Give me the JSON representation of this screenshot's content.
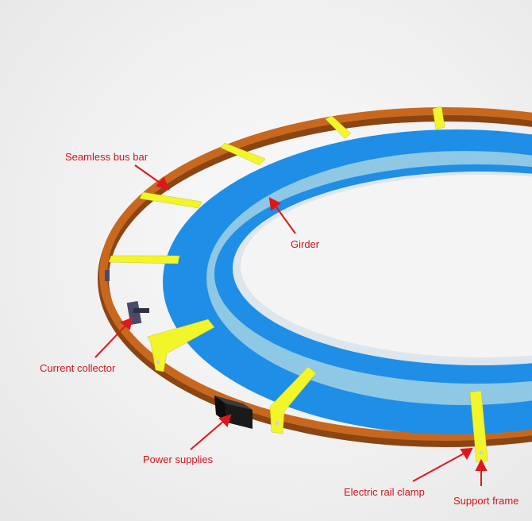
{
  "diagram": {
    "labels": {
      "seamless_bus_bar": "Seamless bus bar",
      "girder": "Girder",
      "current_collector": "Current collector",
      "power_supplies": "Power supplies",
      "electric_rail_clamp": "Electric rail clamp",
      "support_frame": "Support frame"
    },
    "colors": {
      "bus_bar": "#c8681f",
      "bus_bar_side": "#8a4513",
      "girder": "#1f8ee6",
      "girder_inner": "#9ccfe6",
      "clamp": "#f2f52a",
      "power_supply": "#1a1a1a",
      "collector": "#4a4a6a",
      "label_text": "#d4141a",
      "arrow": "#e0161c"
    }
  }
}
